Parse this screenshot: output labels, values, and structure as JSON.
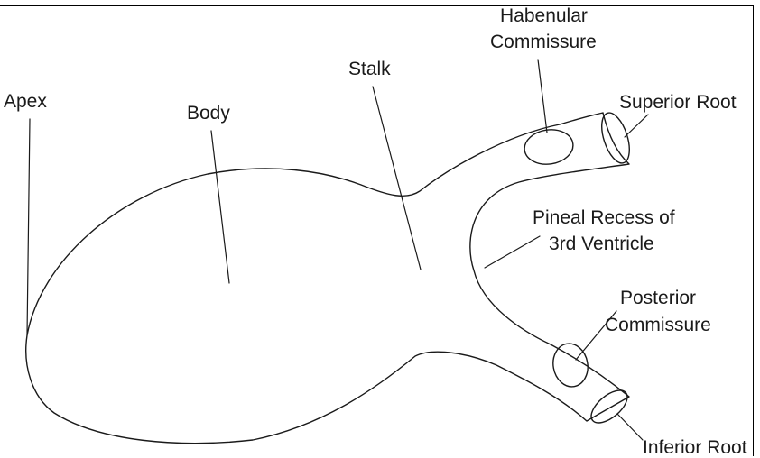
{
  "labels": {
    "apex": "Apex",
    "body": "Body",
    "stalk": "Stalk",
    "habenular_line1": "Habenular",
    "habenular_line2": "Commissure",
    "superior_root": "Superior Root",
    "pineal_line1": "Pineal Recess of",
    "pineal_line2": "3rd Ventricle",
    "posterior_line1": "Posterior",
    "posterior_line2": "Commissure",
    "inferior_root": "Inferior Root"
  },
  "colors": {
    "line": "#1a1a1a",
    "background": "#ffffff"
  }
}
